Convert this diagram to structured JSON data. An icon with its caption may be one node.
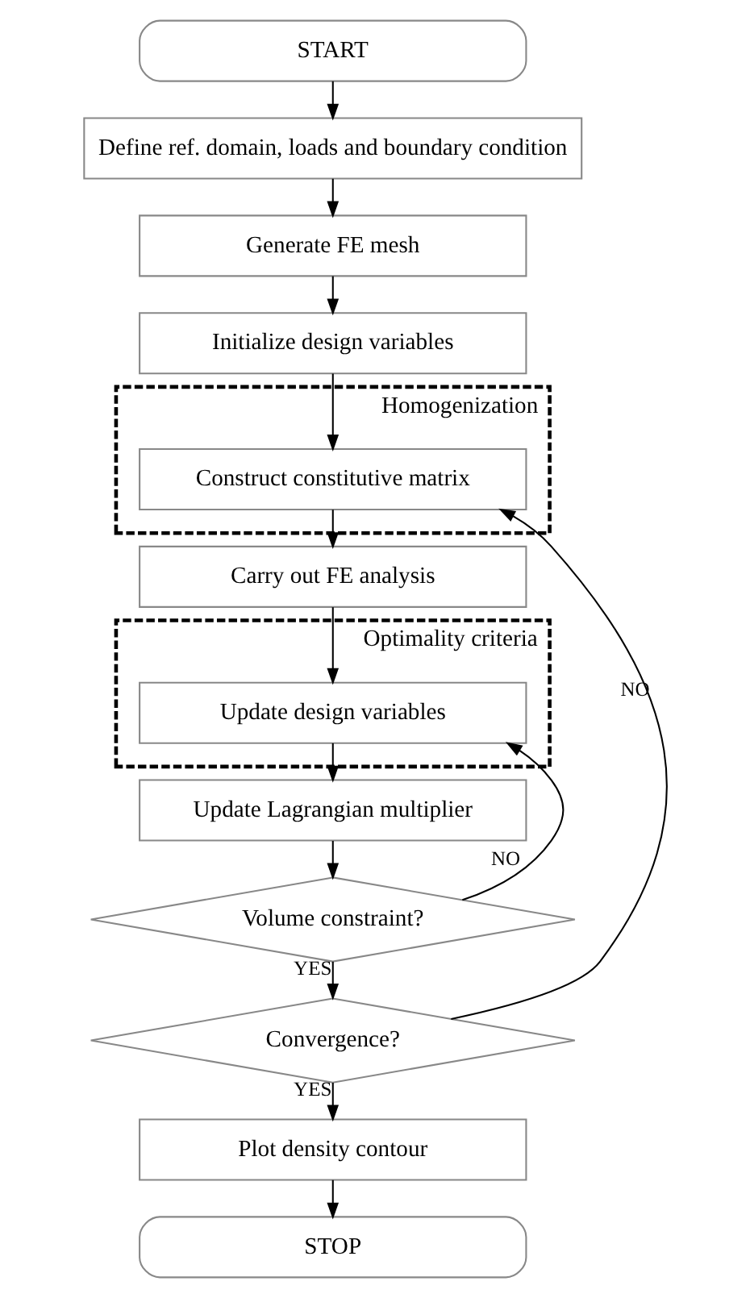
{
  "diagram": {
    "nodes": [
      {
        "text": [
          "START"
        ]
      },
      {
        "text": [
          "Define ref. domain, loads and boundary condition"
        ]
      },
      {
        "text": [
          "Generate FE mesh"
        ]
      },
      {
        "text": [
          "Initialize design variables"
        ]
      },
      {
        "text": [
          "Homogenization"
        ]
      },
      {
        "text": [
          "Construct constitutive matrix"
        ],
        "in": 4
      },
      {
        "text": [
          "Carry out FE analysis"
        ]
      },
      {
        "text": [
          "Optimality criteria"
        ]
      },
      {
        "text": [
          "Update design variables"
        ],
        "in": 7
      },
      {
        "text": [
          "Update Lagrangian multiplier"
        ]
      },
      {
        "text": [
          "Volume constraint?"
        ]
      },
      {
        "text": [
          "Convergence?"
        ]
      },
      {
        "text": [
          "Plot density contour"
        ]
      },
      {
        "text": [
          "STOP"
        ]
      }
    ],
    "edges": [
      {
        "from": 0,
        "to": 1,
        "arrow": "to"
      },
      {
        "from": 1,
        "to": 2,
        "arrow": "to"
      },
      {
        "from": 2,
        "to": 3,
        "arrow": "to"
      },
      {
        "from": 3,
        "to": 5,
        "arrow": "to"
      },
      {
        "from": 5,
        "to": 6,
        "arrow": "to"
      },
      {
        "from": 6,
        "to": 8,
        "arrow": "to"
      },
      {
        "from": 8,
        "to": 9,
        "arrow": "to"
      },
      {
        "from": 9,
        "to": 10,
        "arrow": "to"
      },
      {
        "from": 10,
        "to": 11,
        "label": "YES",
        "arrow": "to"
      },
      {
        "from": 11,
        "to": 12,
        "label": "YES",
        "arrow": "to"
      },
      {
        "from": 12,
        "to": 13,
        "arrow": "to"
      },
      {
        "from": 10,
        "to": 8,
        "label": "NO",
        "arrow": "to"
      },
      {
        "from": 11,
        "to": 5,
        "label": "NO",
        "arrow": "to"
      }
    ]
  }
}
